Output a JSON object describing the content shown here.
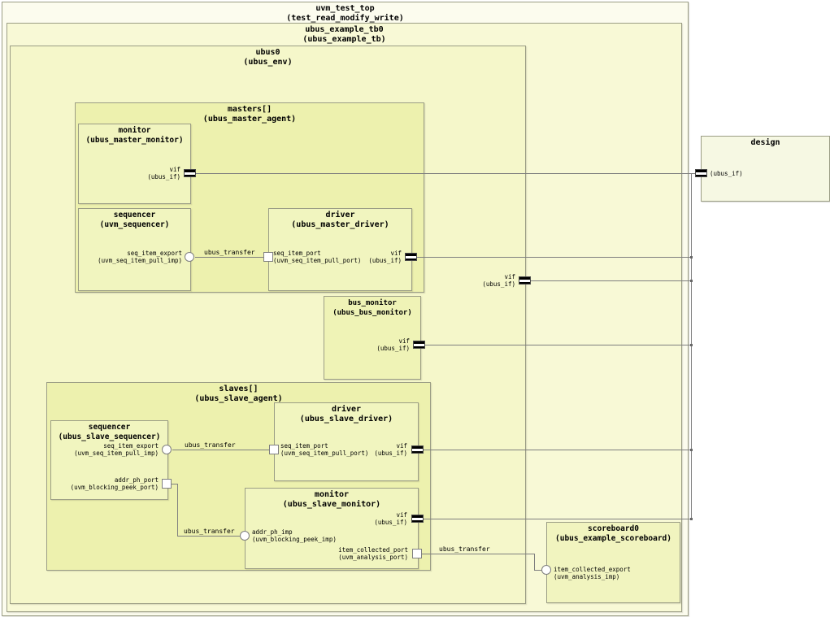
{
  "palette": {
    "background": "#ffffff",
    "test_top_fill": "#fcfcee",
    "tb_fill": "#f8f9d6",
    "env_fill": "#f5f7ca",
    "agent_fill": "#edf1ae",
    "leaf_fill": "#f1f5bf",
    "design_fill": "#f6f8e3",
    "border": "#9b9d85",
    "wire": "#7f7f7f"
  },
  "boxes": {
    "test_top": {
      "title": "uvm_test_top",
      "subtitle": "(test_read_modify_write)"
    },
    "tb0": {
      "title": "ubus_example_tb0",
      "subtitle": "(ubus_example_tb)"
    },
    "env": {
      "title": "ubus0",
      "subtitle": "(ubus_env)"
    },
    "masters": {
      "title": "masters[]",
      "subtitle": "(ubus_master_agent)"
    },
    "master_monitor": {
      "title": "monitor",
      "subtitle": "(ubus_master_monitor)"
    },
    "master_sequencer": {
      "title": "sequencer",
      "subtitle": "(uvm_sequencer)"
    },
    "master_driver": {
      "title": "driver",
      "subtitle": "(ubus_master_driver)"
    },
    "bus_monitor": {
      "title": "bus_monitor",
      "subtitle": "(ubus_bus_monitor)"
    },
    "slaves": {
      "title": "slaves[]",
      "subtitle": "(ubus_slave_agent)"
    },
    "slave_sequencer": {
      "title": "sequencer",
      "subtitle": "(ubus_slave_sequencer)"
    },
    "slave_driver": {
      "title": "driver",
      "subtitle": "(ubus_slave_driver)"
    },
    "slave_monitor": {
      "title": "monitor",
      "subtitle": "(ubus_slave_monitor)"
    },
    "scoreboard": {
      "title": "scoreboard0",
      "subtitle": "(ubus_example_scoreboard)"
    },
    "design": {
      "title": "design"
    }
  },
  "ports": {
    "master_monitor_vif": {
      "name": "vif",
      "type": "(ubus_if)"
    },
    "master_sequencer_export": {
      "name": "seq_item_export",
      "type": "(uvm_seq_item_pull_imp)"
    },
    "master_driver_seq_item_port": {
      "name": "seq_item_port",
      "type": "(uvm_seq_item_pull_port)"
    },
    "master_driver_vif": {
      "name": "vif",
      "type": "(ubus_if)"
    },
    "env_vif": {
      "name": "vif",
      "type": "(ubus_if)"
    },
    "bus_monitor_vif": {
      "name": "vif",
      "type": "(ubus_if)"
    },
    "slave_sequencer_export": {
      "name": "seq_item_export",
      "type": "(uvm_seq_item_pull_imp)"
    },
    "slave_sequencer_addr_ph_port": {
      "name": "addr_ph_port",
      "type": "(uvm_blocking_peek_port)"
    },
    "slave_driver_seq_item_port": {
      "name": "seq_item_port",
      "type": "(uvm_seq_item_pull_port)"
    },
    "slave_driver_vif": {
      "name": "vif",
      "type": "(ubus_if)"
    },
    "slave_monitor_vif": {
      "name": "vif",
      "type": "(ubus_if)"
    },
    "slave_monitor_addr_ph_imp": {
      "name": "addr_ph_imp",
      "type": "(uvm_blocking_peek_imp)"
    },
    "slave_monitor_item_collected_port": {
      "name": "item_collected_port",
      "type": "(uvm_analysis_port)"
    },
    "scoreboard_export": {
      "name": "item_collected_export",
      "type": "(uvm_analysis_imp)"
    },
    "design_if": {
      "name": "(ubus_if)"
    }
  },
  "wire_labels": {
    "master_seq_to_driver": "ubus_transfer",
    "slave_seq_to_driver": "ubus_transfer",
    "slave_seq_to_monitor": "ubus_transfer",
    "monitor_to_scoreboard": "ubus_transfer"
  }
}
